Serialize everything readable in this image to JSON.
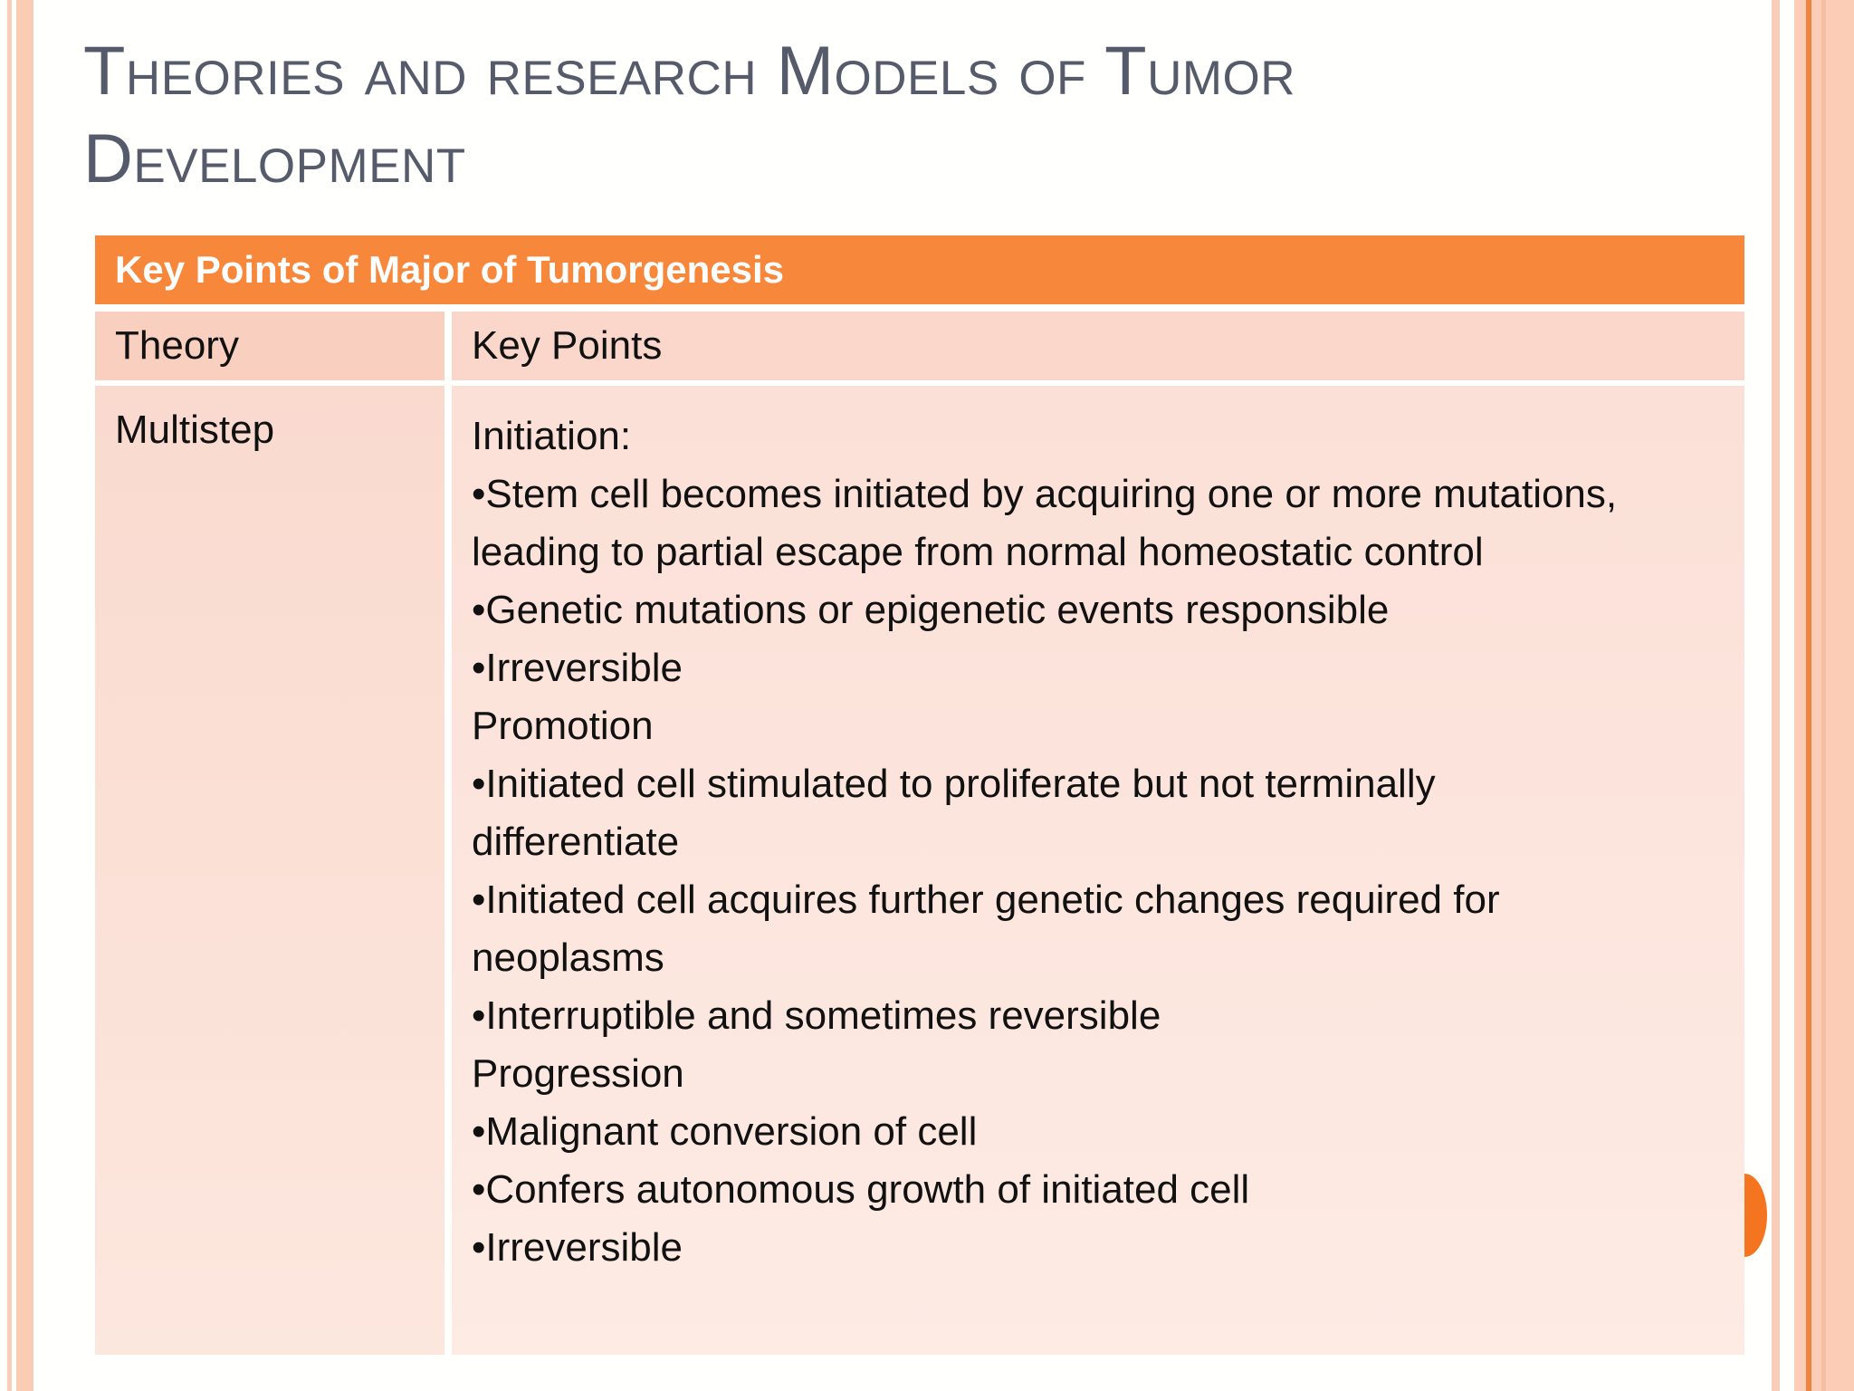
{
  "slide": {
    "title": "Theories and research Models of Tumor Development",
    "table": {
      "caption": "Key Points of Major of Tumorgenesis",
      "columns": {
        "theory": "Theory",
        "key_points": "Key Points"
      },
      "rows": [
        {
          "theory": "Multistep",
          "key_points": [
            "Initiation:",
            "•Stem cell becomes initiated by acquiring one or more mutations, leading to partial escape from normal homeostatic control",
            "•Genetic mutations or epigenetic events responsible",
            "•Irreversible",
            "Promotion",
            "•Initiated cell stimulated to proliferate but not terminally differentiate",
            "•Initiated cell acquires further genetic changes required for neoplasms",
            "•Interruptible and sometimes reversible",
            "Progression",
            "•Malignant conversion of cell",
            "•Confers autonomous growth of initiated cell",
            "•Irreversible"
          ]
        }
      ]
    },
    "colors": {
      "caption_bar_orange": "#f7873a",
      "accent_semicircle_orange": "#f4741f",
      "edge_stripe_peach": "#fbccb4",
      "edge_stripe_dark_orange": "#ef833e",
      "header_row_pink": "#f9cfc0",
      "body_row_pink": "#fbe0d7",
      "title_gray": "#565b6b"
    }
  }
}
